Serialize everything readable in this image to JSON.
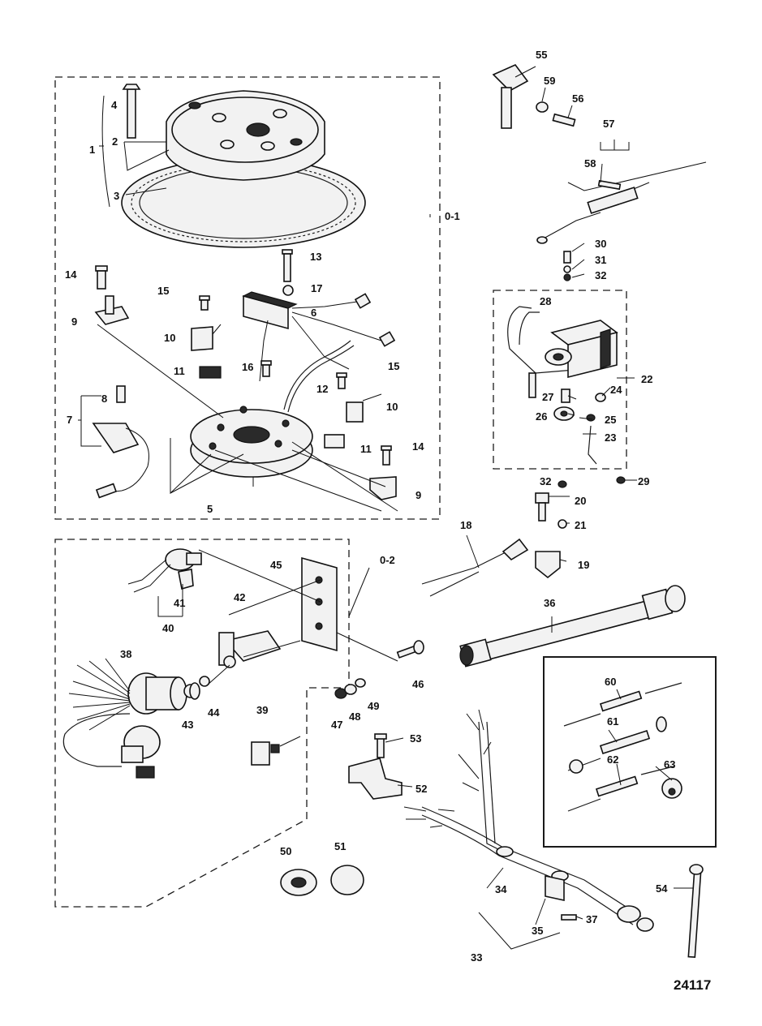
{
  "drawing_number": "24117",
  "callouts": {
    "c1": "1",
    "c2": "2",
    "c3": "3",
    "c4": "4",
    "c5": "5",
    "c6": "6",
    "c7": "7",
    "c8": "8",
    "c9a": "9",
    "c9b": "9",
    "c10a": "10",
    "c10b": "10",
    "c11a": "11",
    "c11b": "11",
    "c12": "12",
    "c13": "13",
    "c14a": "14",
    "c14b": "14",
    "c15a": "15",
    "c15b": "15",
    "c16": "16",
    "c17": "17",
    "c18": "18",
    "c19": "19",
    "c20": "20",
    "c21": "21",
    "c22": "22",
    "c23": "23",
    "c24": "24",
    "c25": "25",
    "c26": "26",
    "c27": "27",
    "c28": "28",
    "c29": "29",
    "c30": "30",
    "c31": "31",
    "c32a": "32",
    "c32b": "32",
    "c33": "33",
    "c34": "34",
    "c35": "35",
    "c36": "36",
    "c37": "37",
    "c38": "38",
    "c39": "39",
    "c40": "40",
    "c41": "41",
    "c42": "42",
    "c43": "43",
    "c44": "44",
    "c45": "45",
    "c46": "46",
    "c47": "47",
    "c48": "48",
    "c49": "49",
    "c50": "50",
    "c51": "51",
    "c52": "52",
    "c53": "53",
    "c54": "54",
    "c55": "55",
    "c56": "56",
    "c57": "57",
    "c58": "58",
    "c59": "59",
    "c60": "60",
    "c61": "61",
    "c62": "62",
    "c63": "63",
    "g01": "0-1",
    "g02": "0-2"
  }
}
